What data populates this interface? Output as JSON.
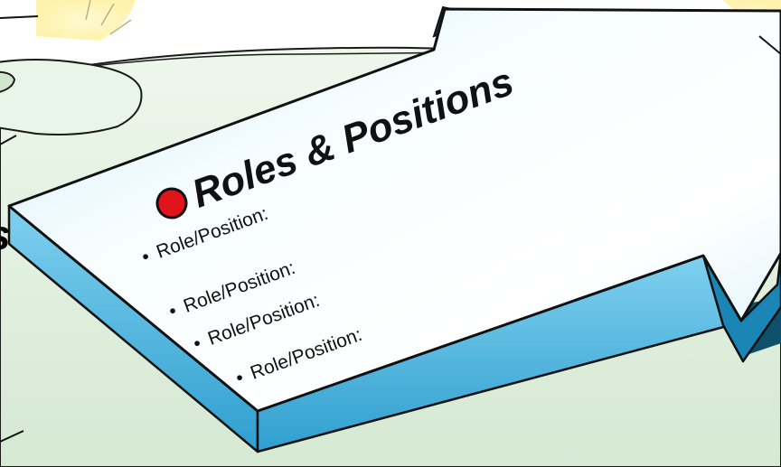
{
  "arrow": {
    "heading": "Roles & Positions",
    "heading_marker_color": "#e0141a",
    "items": [
      {
        "label": "Role/Position:"
      },
      {
        "label": "Role/Position:"
      },
      {
        "label": "Role/Position:"
      },
      {
        "label": "Role/Position:"
      }
    ],
    "bullet_glyph": "•"
  },
  "background": {
    "edge_letter": "s"
  },
  "colors": {
    "arrow_top": "#eef9fe",
    "arrow_side": "#49b8df",
    "arrow_dark_side": "#1b86b5",
    "ground": "#dfeede",
    "sun": "#fff3a8",
    "outline": "#111111"
  }
}
